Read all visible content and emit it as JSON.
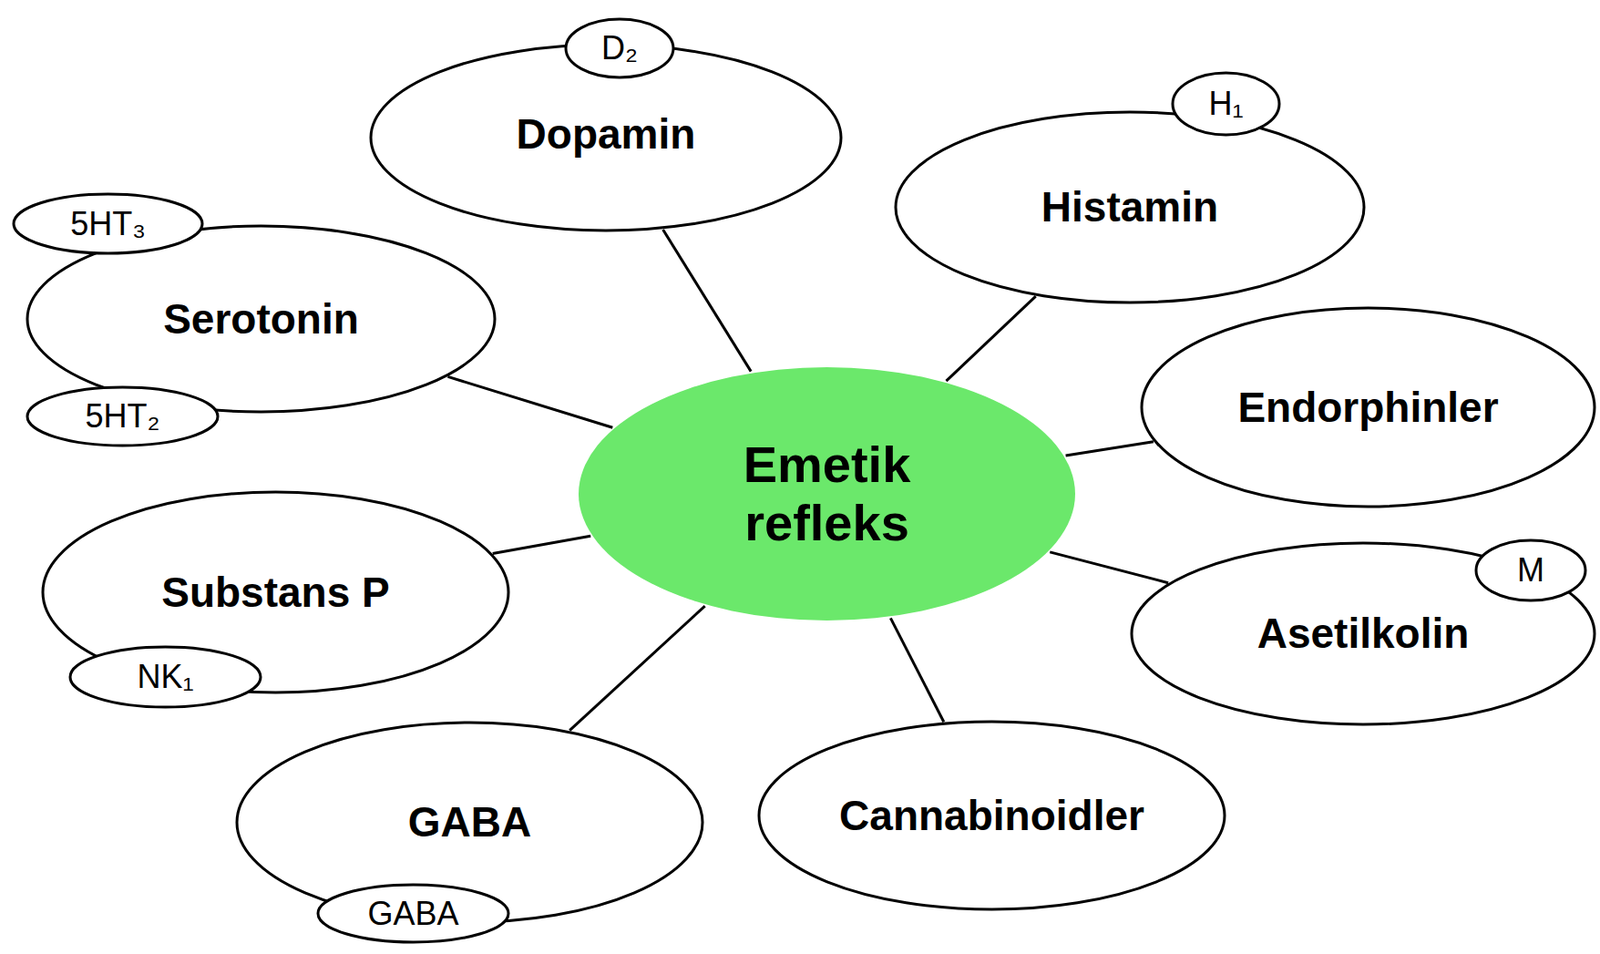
{
  "diagram": {
    "nodes": [
      {
        "text": [
          "Dopamin"
        ]
      },
      {
        "text": [
          "D₂"
        ],
        "in": 0
      },
      {
        "text": [
          "Histamin"
        ]
      },
      {
        "text": [
          "H₁"
        ],
        "in": 2
      },
      {
        "text": [
          "Serotonin"
        ]
      },
      {
        "text": [
          "5HT₃"
        ],
        "in": 4
      },
      {
        "text": [
          "5HT₂"
        ],
        "in": 4
      },
      {
        "text": [
          "Emetik refleks"
        ]
      },
      {
        "text": [
          "Endorphinler"
        ]
      },
      {
        "text": [
          "Substans P"
        ]
      },
      {
        "text": [
          "NK₁"
        ],
        "in": 9
      },
      {
        "text": [
          "Asetilkolin"
        ]
      },
      {
        "text": [
          "M"
        ],
        "in": 11
      },
      {
        "text": [
          "GABA"
        ]
      },
      {
        "text": [
          "GABA"
        ],
        "in": 13
      },
      {
        "text": [
          "Cannabinoidler"
        ]
      }
    ],
    "edges": [
      {
        "from": 7,
        "to": 0,
        "arrow": "none"
      },
      {
        "from": 7,
        "to": 2,
        "arrow": "none"
      },
      {
        "from": 7,
        "to": 4,
        "arrow": "none"
      },
      {
        "from": 7,
        "to": 8,
        "arrow": "none"
      },
      {
        "from": 7,
        "to": 9,
        "arrow": "none"
      },
      {
        "from": 7,
        "to": 11,
        "arrow": "none"
      },
      {
        "from": 7,
        "to": 13,
        "arrow": "none"
      },
      {
        "from": 7,
        "to": 15,
        "arrow": "none"
      }
    ]
  }
}
